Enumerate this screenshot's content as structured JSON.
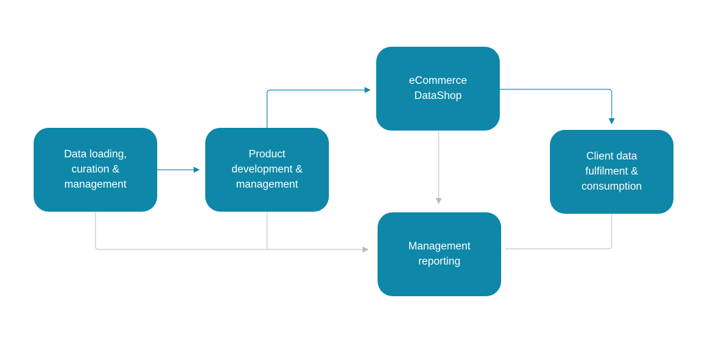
{
  "diagram": {
    "nodes": [
      {
        "id": "data-loading",
        "label": "Data loading,\ncuration &\nmanagement"
      },
      {
        "id": "product-development",
        "label": "Product\ndevelopment &\nmanagement"
      },
      {
        "id": "ecommerce-datashop",
        "label": "eCommerce\nDataShop"
      },
      {
        "id": "client-data",
        "label": "Client data\nfulfilment &\nconsumption"
      },
      {
        "id": "management-reporting",
        "label": "Management\nreporting"
      }
    ],
    "edges": [
      {
        "from": "data-loading",
        "to": "product-development",
        "style": "teal-arrow"
      },
      {
        "from": "product-development",
        "to": "ecommerce-datashop",
        "style": "teal-arrow"
      },
      {
        "from": "ecommerce-datashop",
        "to": "client-data",
        "style": "teal-arrow"
      },
      {
        "from": "ecommerce-datashop",
        "to": "management-reporting",
        "style": "gray-arrow"
      },
      {
        "from": "data-loading",
        "to": "management-reporting",
        "style": "gray-arrow"
      },
      {
        "from": "product-development",
        "to": "management-reporting",
        "style": "gray-line"
      },
      {
        "from": "client-data",
        "to": "management-reporting",
        "style": "gray-line"
      }
    ],
    "colors": {
      "background": "#ffffff",
      "node_fill": "#0e87a8",
      "node_text": "#ffffff",
      "flow_line": "#2a93b4",
      "report_line": "#c8cccf",
      "report_arrow": "#b4babe"
    }
  }
}
